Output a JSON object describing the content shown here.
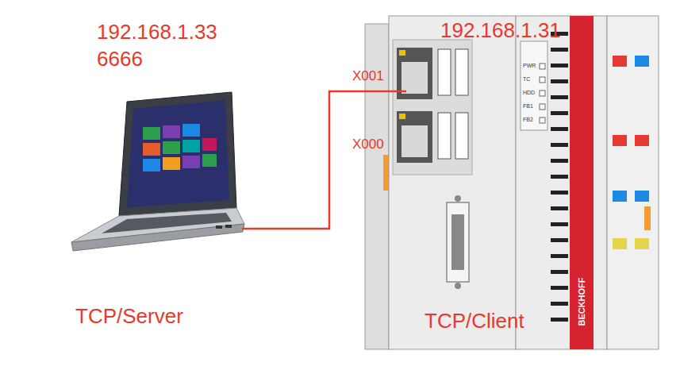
{
  "diagram": {
    "nodes": [
      {
        "text": [
          "192.168.1.33",
          "6666",
          "TCP/Server"
        ]
      },
      {
        "text": [
          "192.168.1.31",
          "TCP/Client"
        ]
      }
    ],
    "edges": [
      {
        "from": 0,
        "to": 1,
        "arrow": "none"
      }
    ],
    "labels": [
      "X001",
      "X000",
      "PWR",
      "TC",
      "HDD",
      "FB1",
      "FB2",
      "BECKHOFF"
    ]
  }
}
